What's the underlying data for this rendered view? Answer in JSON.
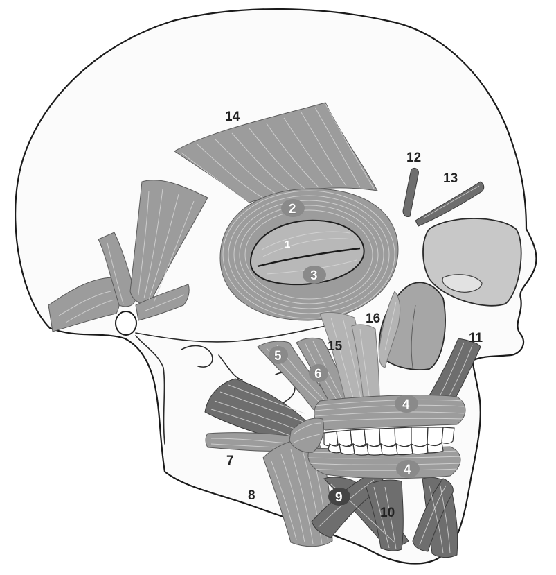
{
  "labels": {
    "l1": "1",
    "l2": "2",
    "l3": "3",
    "l4a": "4",
    "l4b": "4",
    "l5": "5",
    "l6": "6",
    "l7": "7",
    "l8": "8",
    "l9": "9",
    "l10": "10",
    "l11": "11",
    "l12": "12",
    "l13": "13",
    "l14": "14",
    "l15": "15",
    "l16": "16"
  },
  "colors": {
    "muscle": "#9c9c9c",
    "muscle_dark": "#6e6e6e",
    "outline": "#1a1a1a",
    "background": "#ffffff"
  }
}
